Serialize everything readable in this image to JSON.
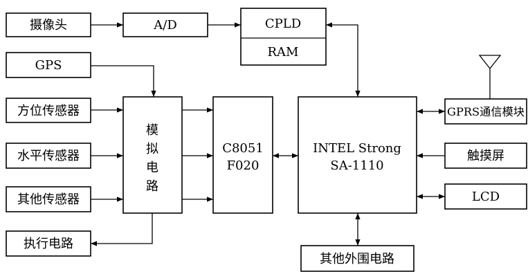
{
  "diagram": {
    "camera": "摄像头",
    "ad": "A/D",
    "cpld": "CPLD",
    "ram": "RAM",
    "gps": "GPS",
    "orientation_sensor": "方位传感器",
    "level_sensor": "水平传感器",
    "other_sensors": "其他传感器",
    "actuator_circuit": "执行电路",
    "analog_circuit": [
      "模",
      "拟",
      "电",
      "路"
    ],
    "mcu_line1": "C8051",
    "mcu_line2": "F020",
    "cpu_line1": "INTEL Strong",
    "cpu_line2": "SA-1110",
    "gprs_module": "GPRS通信模块",
    "touchscreen": "触摸屏",
    "lcd": "LCD",
    "other_peripherals": "其他外围电路"
  }
}
